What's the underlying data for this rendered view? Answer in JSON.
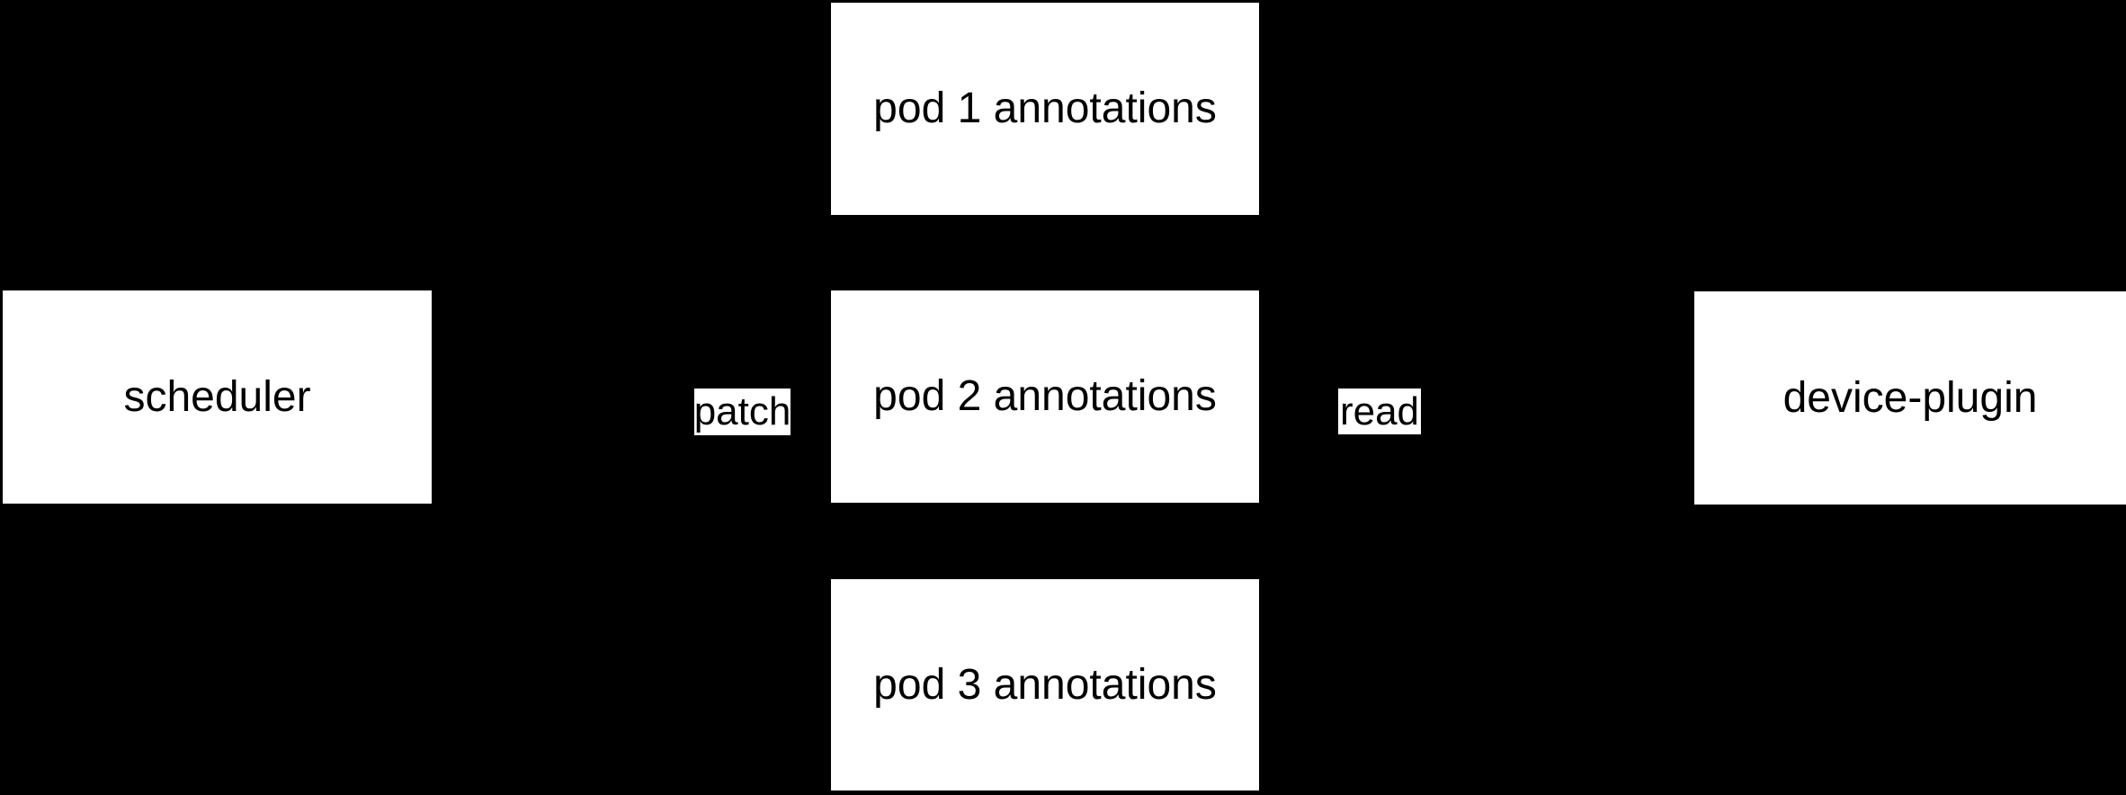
{
  "diagram": {
    "type": "flow-diagram",
    "background_color": "#000000",
    "node_fill_color": "#ffffff",
    "node_text_color": "#000000",
    "nodes": [
      {
        "id": "scheduler",
        "label": "scheduler"
      },
      {
        "id": "pod-1-annotations",
        "label": "pod 1 annotations"
      },
      {
        "id": "pod-2-annotations",
        "label": "pod 2 annotations"
      },
      {
        "id": "pod-3-annotations",
        "label": "pod 3 annotations"
      },
      {
        "id": "device-plugin",
        "label": "device-plugin"
      }
    ],
    "edge_labels": [
      {
        "id": "patch",
        "label": "patch"
      },
      {
        "id": "read",
        "label": "read"
      }
    ]
  }
}
